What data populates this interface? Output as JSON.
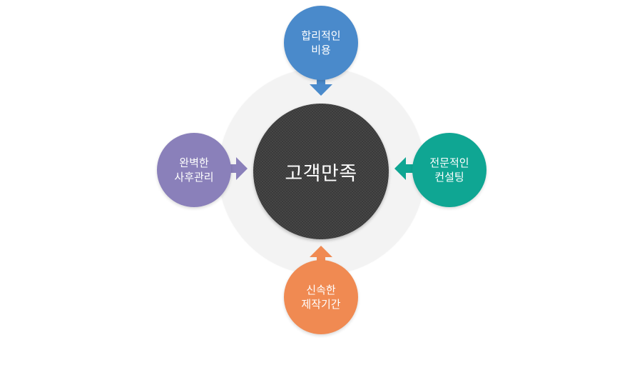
{
  "center": {
    "label": "고객만족",
    "color": "#3a3a3a"
  },
  "nodes": {
    "top": {
      "line1": "합리적인",
      "line2": "비용",
      "color": "#4a8acb"
    },
    "right": {
      "line1": "전문적인",
      "line2": "컨설팅",
      "color": "#0fa693"
    },
    "bottom": {
      "line1": "신속한",
      "line2": "제작기간",
      "color": "#f08a52"
    },
    "left": {
      "line1": "완벽한",
      "line2": "사후관리",
      "color": "#8a80ba"
    }
  },
  "ring_color": "#f3f3f3"
}
